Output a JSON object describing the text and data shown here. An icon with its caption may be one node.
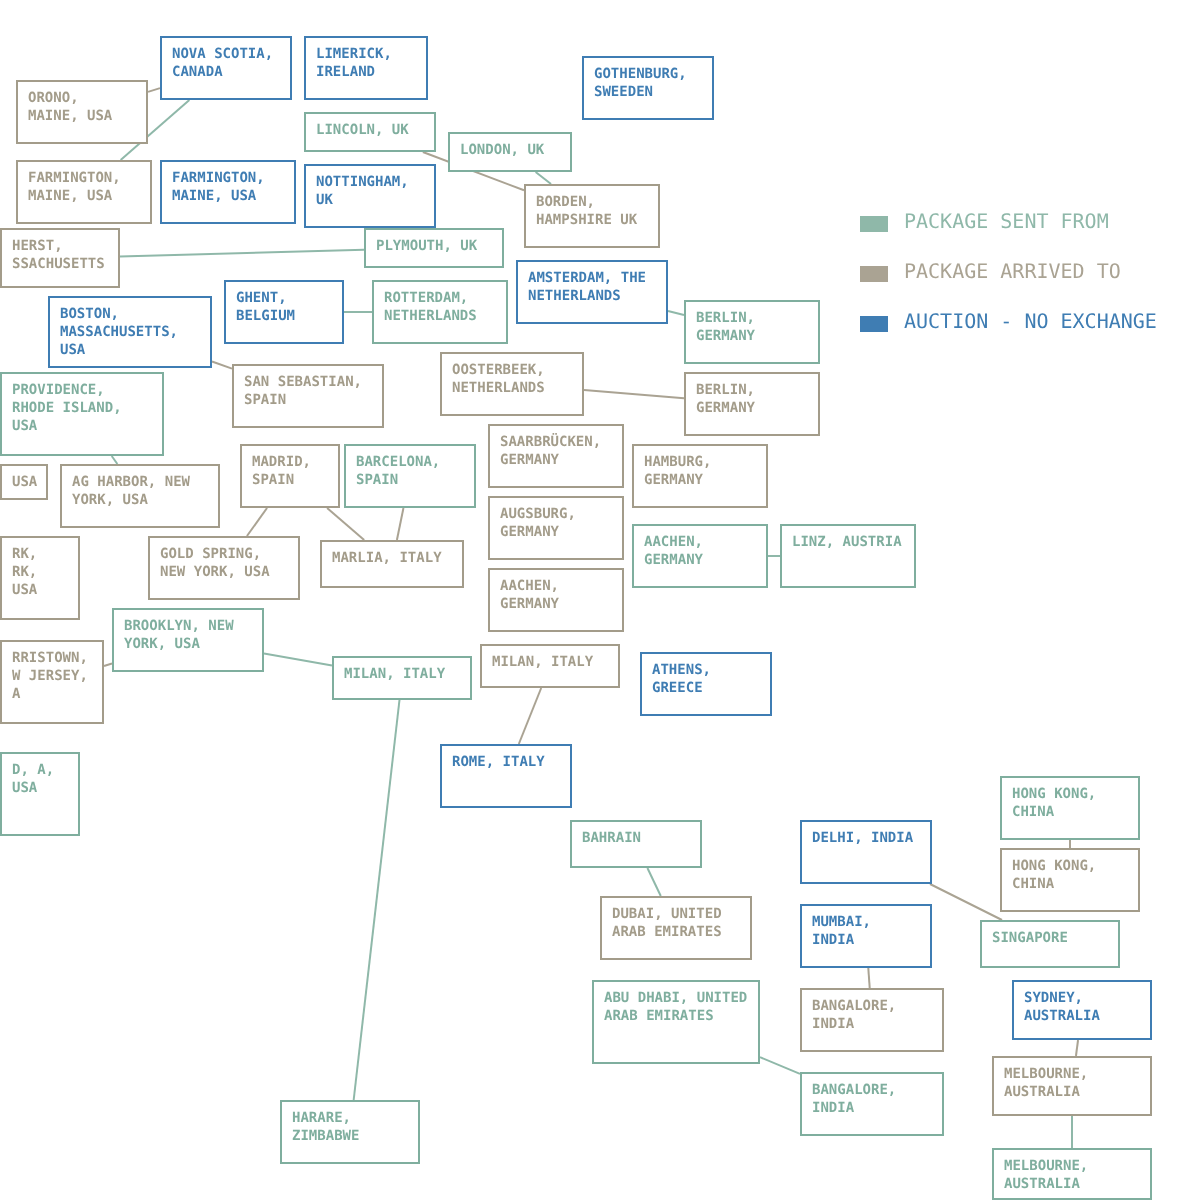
{
  "diagram": {
    "nodes": [
      {
        "text": [
          "NOVA SCOTIA, CANADA"
        ]
      },
      {
        "text": [
          "LIMERICK, IRELAND"
        ]
      },
      {
        "text": [
          "LINCOLN, UK"
        ]
      },
      {
        "text": [
          "ORONO, MAINE, USA"
        ]
      },
      {
        "text": [
          "GOTHENBURG, SWEEDEN"
        ]
      },
      {
        "text": [
          "FARMINGTON, MAINE, USA"
        ]
      },
      {
        "text": [
          "FARMINGTON, MAINE, USA"
        ]
      },
      {
        "text": [
          "NOTTINGHAM, UK"
        ]
      },
      {
        "text": [
          "LONDON, UK"
        ]
      },
      {
        "text": [
          "BORDEN, HAMPSHIRE UK"
        ]
      },
      {
        "text": [
          "PLYMOUTH, UK"
        ]
      },
      {
        "text": [
          "AMSTERDAM, THE NETHERLANDS"
        ]
      },
      {
        "text": [
          "HERST, SSACHUSETTS"
        ]
      },
      {
        "text": [
          "BOSTON, MASSACHUSETTS, USA"
        ]
      },
      {
        "text": [
          "ROTTERDAM, NETHERLANDS"
        ]
      },
      {
        "text": [
          "GHENT, BELGIUM"
        ]
      },
      {
        "text": [
          "PROVIDENCE, RHODE ISLAND, USA"
        ]
      },
      {
        "text": [
          "OOSTERBEEK, NETHERLANDS"
        ]
      },
      {
        "text": [
          "BERLIN, GERMANY"
        ]
      },
      {
        "text": [
          "BERLIN, GERMANY"
        ]
      },
      {
        "text": [
          "SAN SEBASTIAN, SPAIN"
        ]
      },
      {
        "text": [
          "USA"
        ]
      },
      {
        "text": [
          "SAARBRÜCKEN, GERMANY"
        ]
      },
      {
        "text": [
          "HAMBURG, GERMANY"
        ]
      },
      {
        "text": [
          "AG HARBOR, NEW YORK, USA"
        ]
      },
      {
        "text": [
          "MADRID, SPAIN"
        ]
      },
      {
        "text": [
          "BARCELONA, SPAIN"
        ]
      },
      {
        "text": [
          "AUGSBURG, GERMANY"
        ]
      },
      {
        "text": [
          "GOLD SPRING, NEW YORK, USA"
        ]
      },
      {
        "text": [
          "RK, RK, USA"
        ]
      },
      {
        "text": [
          "AACHEN, GERMANY"
        ]
      },
      {
        "text": [
          "AACHEN, GERMANY"
        ]
      },
      {
        "text": [
          "LINZ, AUSTRIA"
        ]
      },
      {
        "text": [
          "BROOKLYN, NEW YORK, USA"
        ]
      },
      {
        "text": [
          "MARLIA, ITALY"
        ]
      },
      {
        "text": [
          "RRISTOWN, W JERSEY, A"
        ]
      },
      {
        "text": [
          "MILAN, ITALY"
        ]
      },
      {
        "text": [
          "MILAN, ITALY"
        ]
      },
      {
        "text": [
          "ATHENS, GREECE"
        ]
      },
      {
        "text": [
          "ROME, ITALY"
        ]
      },
      {
        "text": [
          "D, A, USA"
        ]
      },
      {
        "text": [
          "BAHRAIN"
        ]
      },
      {
        "text": [
          "DELHI, INDIA"
        ]
      },
      {
        "text": [
          "DUBAI, UNITED ARAB EMIRATES"
        ]
      },
      {
        "text": [
          "ABU DHABI, UNITED ARAB EMIRATES"
        ]
      },
      {
        "text": [
          "MUMBAI, INDIA"
        ]
      },
      {
        "text": [
          "SINGAPORE"
        ]
      },
      {
        "text": [
          "BANGALORE, INDIA"
        ]
      },
      {
        "text": [
          "BANGALORE, INDIA"
        ]
      },
      {
        "text": [
          "HONG KONG, CHINA"
        ]
      },
      {
        "text": [
          "HONG KONG, CHINA"
        ]
      },
      {
        "text": [
          "SYDNEY, AUSTRALIA"
        ]
      },
      {
        "text": [
          "MELBOURNE, AUSTRALIA"
        ]
      },
      {
        "text": [
          "MELBOURNE, AUSTRALIA"
        ]
      },
      {
        "text": [
          "HARARE, ZIMBABWE"
        ]
      }
    ],
    "edges": [
      {
        "from": 3,
        "to": 0,
        "arrow": "none"
      },
      {
        "from": 2,
        "to": 9,
        "arrow": "none"
      },
      {
        "from": 37,
        "to": 39,
        "arrow": "none"
      },
      {
        "from": 26,
        "to": 34,
        "arrow": "none"
      },
      {
        "from": 25,
        "to": 34,
        "arrow": "none"
      },
      {
        "from": 42,
        "to": 46,
        "arrow": "none"
      },
      {
        "from": 47,
        "to": 45,
        "arrow": "none"
      },
      {
        "from": 52,
        "to": 51,
        "arrow": "none"
      },
      {
        "from": 13,
        "to": 20,
        "arrow": "none"
      },
      {
        "from": 35,
        "to": 33,
        "arrow": "none"
      },
      {
        "from": 28,
        "to": 25,
        "arrow": "none"
      },
      {
        "from": 17,
        "to": 19,
        "arrow": "none"
      },
      {
        "from": 50,
        "to": 49,
        "arrow": "none"
      },
      {
        "from": 12,
        "to": 10,
        "arrow": "none",
        "color": "#8fb8a9"
      },
      {
        "from": 8,
        "to": 9,
        "arrow": "none",
        "color": "#8fb8a9"
      },
      {
        "from": 32,
        "to": 31,
        "arrow": "none",
        "color": "#8fb8a9"
      },
      {
        "from": 11,
        "to": 18,
        "arrow": "none",
        "color": "#8fb8a9"
      },
      {
        "from": 33,
        "to": 36,
        "arrow": "none",
        "color": "#8fb8a9"
      },
      {
        "from": 16,
        "to": 24,
        "arrow": "none",
        "color": "#8fb8a9"
      },
      {
        "from": 43,
        "to": 41,
        "arrow": "none",
        "color": "#8fb8a9"
      },
      {
        "from": 44,
        "to": 48,
        "arrow": "none",
        "color": "#8fb8a9"
      },
      {
        "from": 53,
        "to": 52,
        "arrow": "none",
        "color": "#8fb8a9"
      },
      {
        "from": 54,
        "to": 36,
        "arrow": "none",
        "color": "#8fb8a9"
      },
      {
        "from": 5,
        "to": 0,
        "arrow": "none",
        "color": "#8fb8a9"
      },
      {
        "from": 15,
        "to": 14,
        "arrow": "none",
        "color": "#8fb8a9"
      }
    ],
    "legend": [
      {
        "text": "PACKAGE SENT FROM",
        "color": "#8fb8a9"
      },
      {
        "text": "PACKAGE ARRIVED TO",
        "color": "#aaa393"
      },
      {
        "text": "AUCTION - NO EXCHANGE",
        "color": "#3f7db3"
      }
    ]
  }
}
